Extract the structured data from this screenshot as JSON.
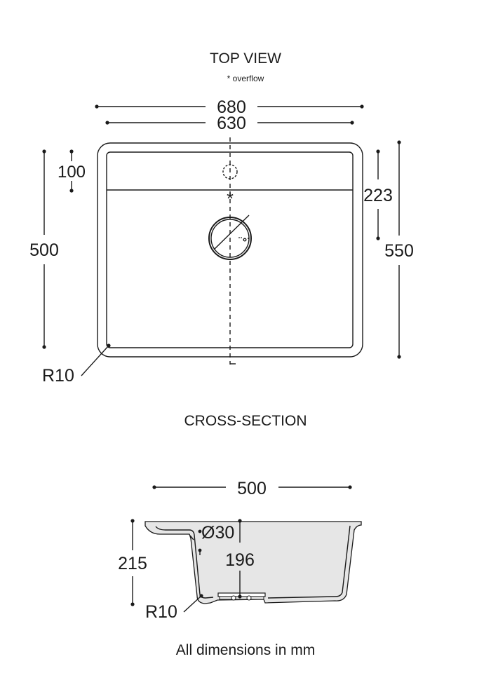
{
  "top_view": {
    "title": "TOP VIEW",
    "subtitle": "* overflow",
    "overflow_marker": "*",
    "dim_outer_width": "680",
    "dim_inner_width": "630",
    "dim_ledge": "100",
    "dim_inner_depth": "500",
    "dim_drain_offset": "223",
    "dim_outer_depth": "550",
    "radius": "R10"
  },
  "cross_section": {
    "title": "CROSS-SECTION",
    "dim_width": "500",
    "dim_overflow_dia": "Ø30",
    "dim_drain_pos": "196",
    "dim_height": "215",
    "radius": "R10"
  },
  "footer": {
    "note": "All dimensions in mm"
  }
}
